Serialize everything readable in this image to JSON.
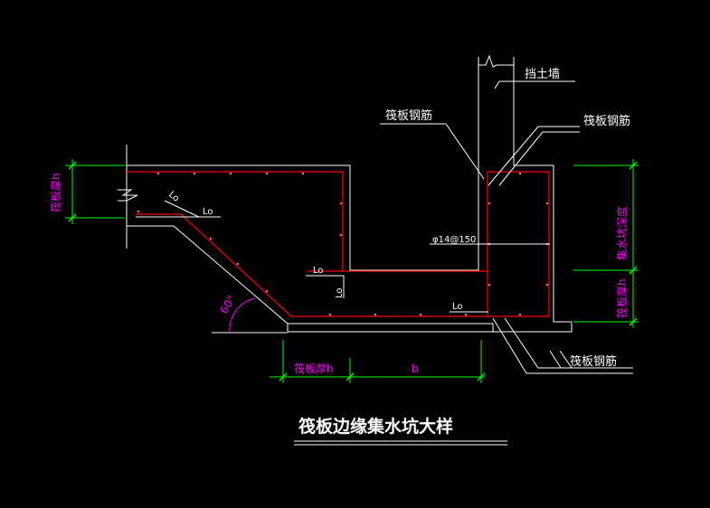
{
  "labels": {
    "retaining_wall": "挡土墙",
    "raft_rebar_left": "筏板钢筋",
    "raft_rebar_right": "筏板钢筋",
    "raft_rebar_bottom": "筏板钢筋",
    "lo_1": "Lo",
    "lo_2": "Lo",
    "lo_3": "Lo",
    "lo_4": "Lo",
    "lo_5": "Lo",
    "rebar_spec": "φ14@150",
    "angle": "60°",
    "dim_raft_thickness_left": "筏板厚h",
    "dim_pit_depth": "集水坑深度",
    "dim_raft_thickness_right": "筏板厚h",
    "dim_raft_thickness_bottom": "筏板厚h",
    "dim_b": "b",
    "title": "筏板边缘集水坑大样"
  },
  "colors": {
    "outline": "#ffffff",
    "rebar": "#ff0000",
    "dimension": "#00ff00",
    "dimension_text": "#ff00ff"
  }
}
